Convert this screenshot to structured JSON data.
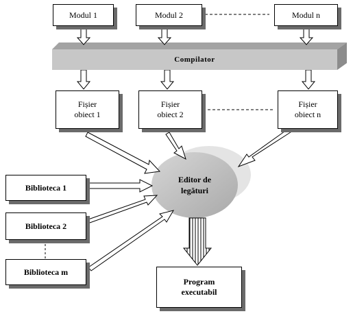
{
  "modules": [
    {
      "label": "Modul 1"
    },
    {
      "label": "Modul 2"
    },
    {
      "label": "Modul n"
    }
  ],
  "compiler": {
    "label": "Compilator"
  },
  "object_files": [
    {
      "label": "Fișier\nobiect 1"
    },
    {
      "label": "Fișier\nobiect 2"
    },
    {
      "label": "Fișier\nobiect n"
    }
  ],
  "linker": {
    "label": "Editor de\nlegături"
  },
  "libraries": [
    {
      "label": "Biblioteca 1"
    },
    {
      "label": "Biblioteca 2"
    },
    {
      "label": "Biblioteca m"
    }
  ],
  "output": {
    "label": "Program\nexecutabil"
  },
  "colors": {
    "shadow": "#6b6b6b",
    "compiler_bar": "#c7c7c7",
    "ellipse": "#bdbdbd"
  }
}
